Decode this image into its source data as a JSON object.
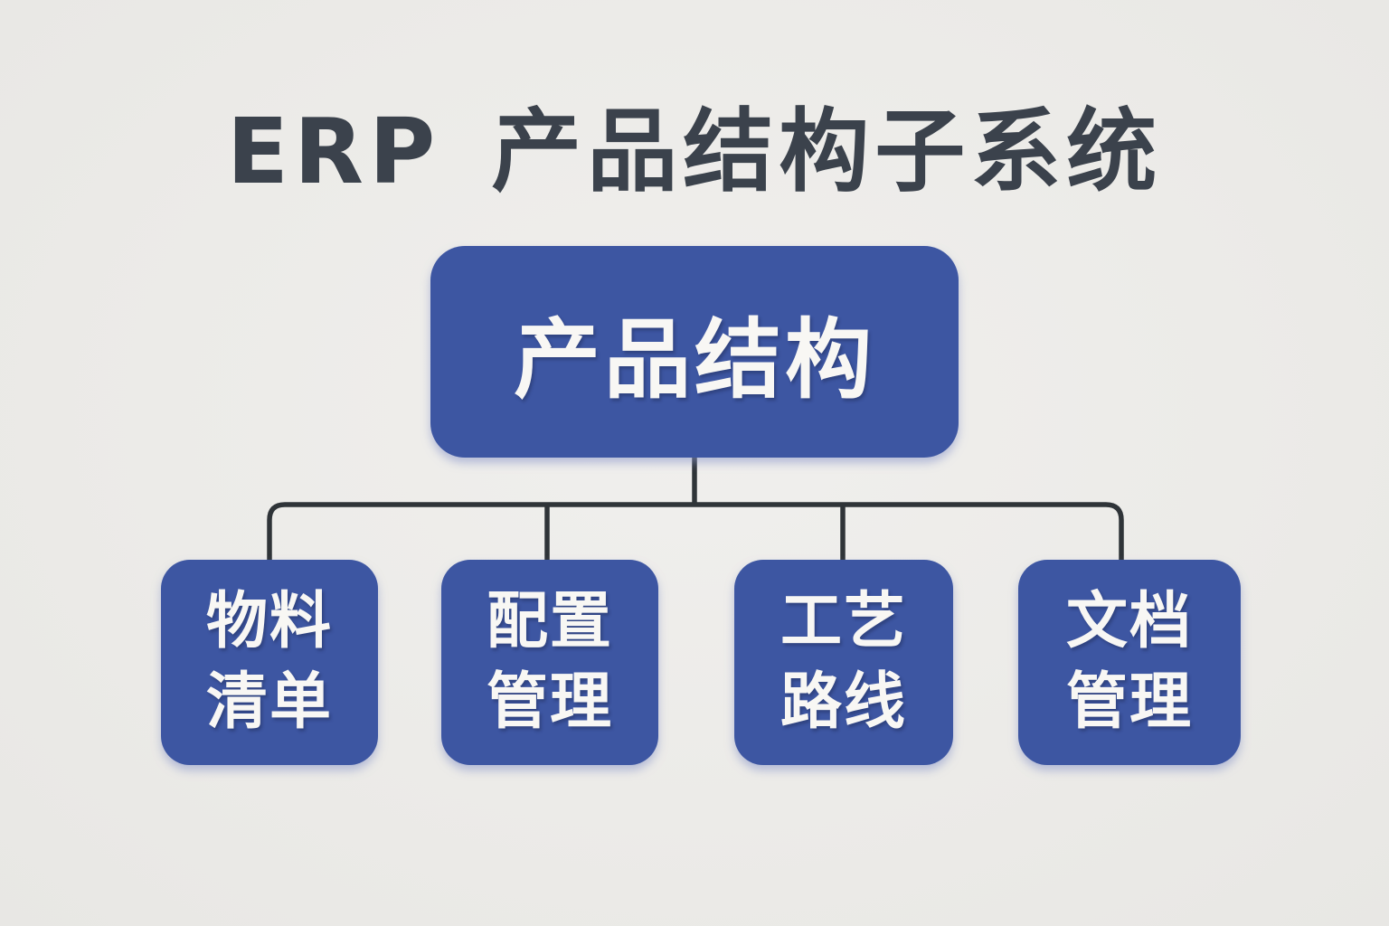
{
  "colors": {
    "background": "#ecebe8",
    "node_fill": "#3d56a2",
    "node_text": "#f8f7f4",
    "connector": "#2f3438",
    "title_text": "#3b424c"
  },
  "title": {
    "prefix": "ERP",
    "main": "产品结构子系统"
  },
  "diagram": {
    "root": {
      "label": "产品结构"
    },
    "children": [
      {
        "id": "bom",
        "label": "物料\n清单"
      },
      {
        "id": "config",
        "label": "配置\n管理"
      },
      {
        "id": "routing",
        "label": "工艺\n路线"
      },
      {
        "id": "docs",
        "label": "文档\n管理"
      }
    ]
  }
}
